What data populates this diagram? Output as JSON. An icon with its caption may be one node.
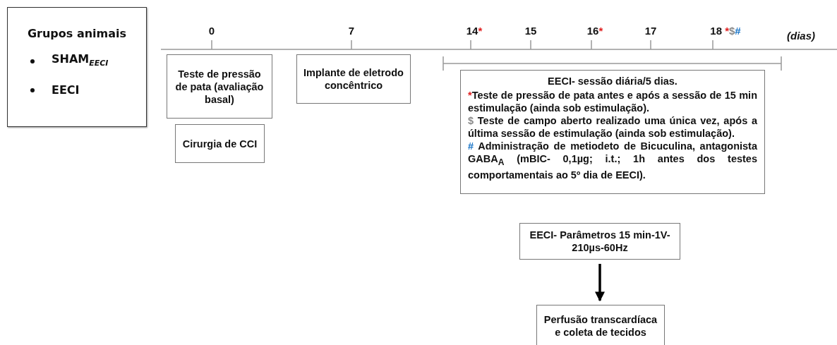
{
  "diagram": {
    "nodes": [
      {
        "text": [
          "Grupos animais",
          "SHAM$_{EECI}$",
          "EECI"
        ]
      },
      {
        "text": [
          "Teste de pressão de pata (avaliação basal)"
        ]
      },
      {
        "text": [
          "Cirurgia de CCI"
        ]
      },
      {
        "text": [
          "Implante de eletrodo concêntrico"
        ]
      },
      {
        "text": [
          "EECI- sessão diária/5 dias.",
          "*Teste de pressão de pata antes e após a sessão de 15 min estimulação (ainda sob estimulação).",
          "$ Teste de campo aberto realizado uma única vez, após a última sessão de estimulação (ainda sob estimulação).",
          "# Administração de metiodeto de Bicuculina, antagonista GABA$_{A}$ (mBIC- 0,1µg; i.t.; 1h antes dos testes comportamentais ao 5º dia de EECI)."
        ]
      },
      {
        "text": [
          "EECI- Parâmetros 15 min-1V-210µs-60Hz"
        ]
      },
      {
        "text": [
          "Perfusão transcardíaca e coleta de tecidos"
        ]
      }
    ],
    "edges": [
      {
        "from": 5,
        "to": 6,
        "arrow": "to"
      }
    ],
    "labels": [
      "0",
      "7",
      "14*",
      "15",
      "16*",
      "17",
      "18 *$#",
      "(dias)"
    ]
  }
}
